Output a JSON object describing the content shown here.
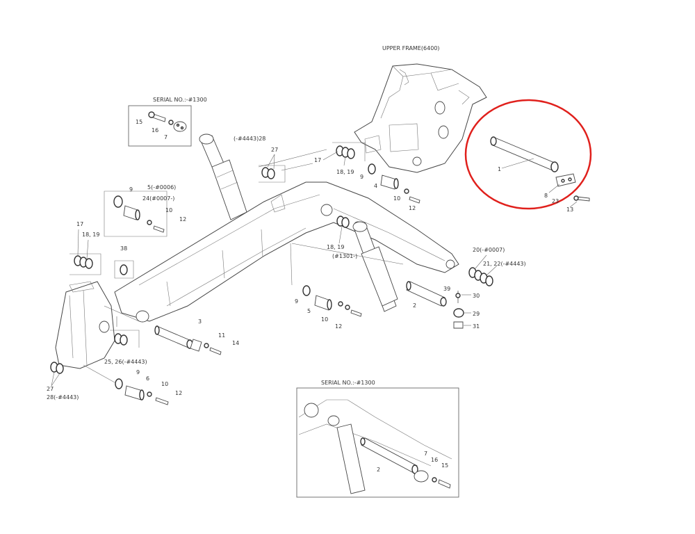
{
  "labels": {
    "upper_frame": "UPPER FRAME(6400)",
    "serial_top": "SERIAL NO.:-#1300",
    "serial_bottom": "SERIAL NO.:-#1300",
    "p28_4443": "(-#4443)28",
    "p27": "27",
    "p5_0006": "5(-#0006)",
    "p24_0007": "24(#0007-)",
    "p20_0007": "20(-#0007)",
    "p21_22": "21, 22(-#4443)",
    "p1301": "(#1301-)",
    "p25_26": "25, 26(-#4443)",
    "p28_bottom": "28(-#4443)",
    "n1": "1",
    "n2": "2",
    "n3": "3",
    "n4": "4",
    "n5": "5",
    "n6": "6",
    "n7": "7",
    "n8": "8",
    "n9": "9",
    "n10": "10",
    "n11": "11",
    "n12": "12",
    "n13": "13",
    "n14": "14",
    "n15": "15",
    "n16": "16",
    "n17": "17",
    "n18_19": "18, 19",
    "n23": "23",
    "n27": "27",
    "n29": "29",
    "n30": "30",
    "n31": "31",
    "n38": "38",
    "n39": "39"
  },
  "colors": {
    "highlight": "#e0201c",
    "line": "#555555",
    "text": "#333333"
  }
}
